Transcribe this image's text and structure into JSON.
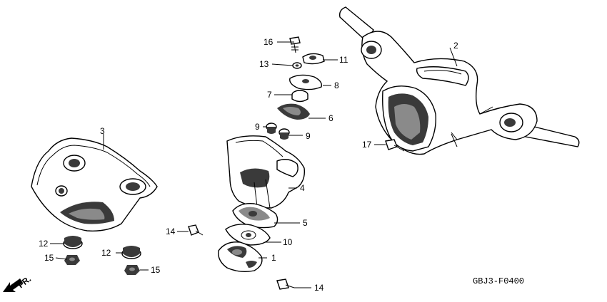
{
  "diagram": {
    "code": "GBJ3-F0400",
    "direction_label": "FR.",
    "callouts": [
      "1",
      "2",
      "3",
      "4",
      "5",
      "6",
      "7",
      "8",
      "9",
      "9",
      "10",
      "11",
      "12",
      "12",
      "13",
      "14",
      "14",
      "15",
      "15",
      "16",
      "17"
    ],
    "callout_lines": []
  }
}
